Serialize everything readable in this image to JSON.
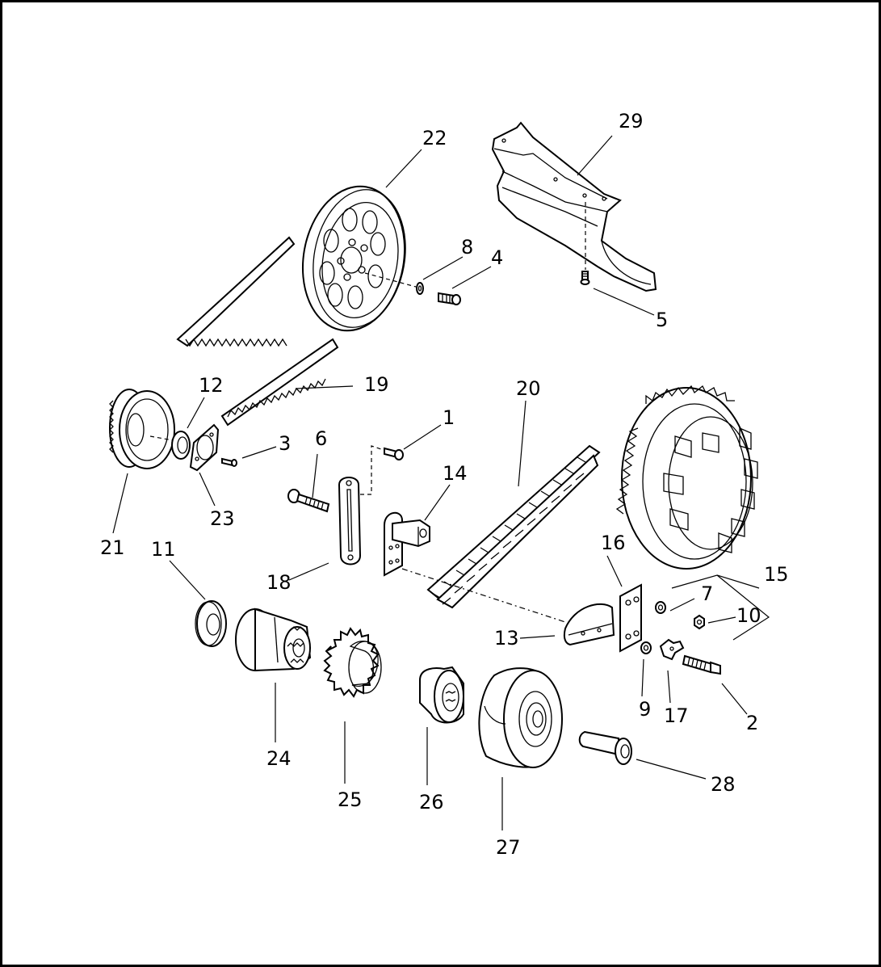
{
  "callouts": [
    {
      "id": "c1",
      "label": "1"
    },
    {
      "id": "c2",
      "label": "2"
    },
    {
      "id": "c3",
      "label": "3"
    },
    {
      "id": "c4",
      "label": "4"
    },
    {
      "id": "c5",
      "label": "5"
    },
    {
      "id": "c6",
      "label": "6"
    },
    {
      "id": "c7",
      "label": "7"
    },
    {
      "id": "c8",
      "label": "8"
    },
    {
      "id": "c9",
      "label": "9"
    },
    {
      "id": "c10",
      "label": "10"
    },
    {
      "id": "c11",
      "label": "11"
    },
    {
      "id": "c12",
      "label": "12"
    },
    {
      "id": "c13",
      "label": "13"
    },
    {
      "id": "c14",
      "label": "14"
    },
    {
      "id": "c15",
      "label": "15"
    },
    {
      "id": "c16",
      "label": "16"
    },
    {
      "id": "c17",
      "label": "17"
    },
    {
      "id": "c18",
      "label": "18"
    },
    {
      "id": "c19",
      "label": "19"
    },
    {
      "id": "c20",
      "label": "20"
    },
    {
      "id": "c21",
      "label": "21"
    },
    {
      "id": "c22",
      "label": "22"
    },
    {
      "id": "c23",
      "label": "23"
    },
    {
      "id": "c24",
      "label": "24"
    },
    {
      "id": "c25",
      "label": "25"
    },
    {
      "id": "c26",
      "label": "26"
    },
    {
      "id": "c27",
      "label": "27"
    },
    {
      "id": "c28",
      "label": "28"
    },
    {
      "id": "c29",
      "label": "29"
    }
  ],
  "colors": {
    "line": "#000000",
    "background": "#ffffff"
  }
}
